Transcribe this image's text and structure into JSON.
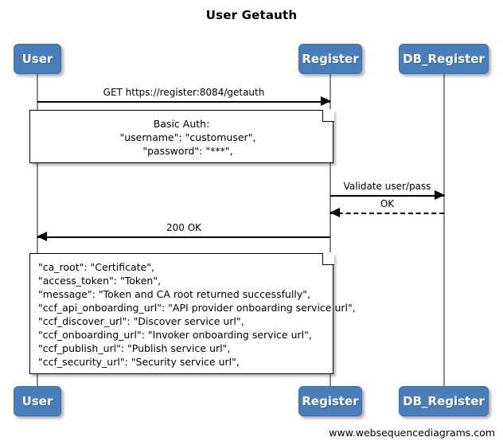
{
  "title": "User Getauth",
  "watermark": "www.websequencediagrams.com",
  "colors": {
    "actor_fill": "#4a7ebb",
    "actor_text": "#ffffff",
    "lifeline": "#8c8c8c",
    "arrow": "#000000",
    "note_fill": "#ffffff",
    "background": "#ffffff"
  },
  "actors": [
    {
      "name": "User",
      "label": "User"
    },
    {
      "name": "Register",
      "label": "Register"
    },
    {
      "name": "DB_Register",
      "label": "DB_Register"
    }
  ],
  "messages": [
    {
      "label": "GET https://register:8084/getauth",
      "from": "User",
      "to": "Register",
      "style": "solid",
      "direction": "right"
    },
    {
      "label": "Validate user/pass",
      "from": "Register",
      "to": "DB_Register",
      "style": "solid",
      "direction": "right"
    },
    {
      "label": "OK",
      "from": "DB_Register",
      "to": "Register",
      "style": "dashed",
      "direction": "left"
    },
    {
      "label": "200 OK",
      "from": "Register",
      "to": "User",
      "style": "solid",
      "direction": "left"
    }
  ],
  "notes": [
    {
      "id": "basic-auth-note",
      "align": "center",
      "lines": [
        "Basic Auth:",
        "    \"username\": \"customuser\",",
        "    \"password\": \"***\","
      ]
    },
    {
      "id": "response-note",
      "align": "left",
      "lines": [
        "\"ca_root\": \"Certificate\",",
        "\"access_token\": \"Token\",",
        "\"message\": \"Token and CA root returned successfully\",",
        "\"ccf_api_onboarding_url\": \"API provider onboarding service url\",",
        "\"ccf_discover_url\": \"Discover service url\",",
        "\"ccf_onboarding_url\": \"Invoker onboarding service url\",",
        "\"ccf_publish_url\": \"Publish service url\",",
        "\"ccf_security_url\": \"Security service url\","
      ]
    }
  ]
}
